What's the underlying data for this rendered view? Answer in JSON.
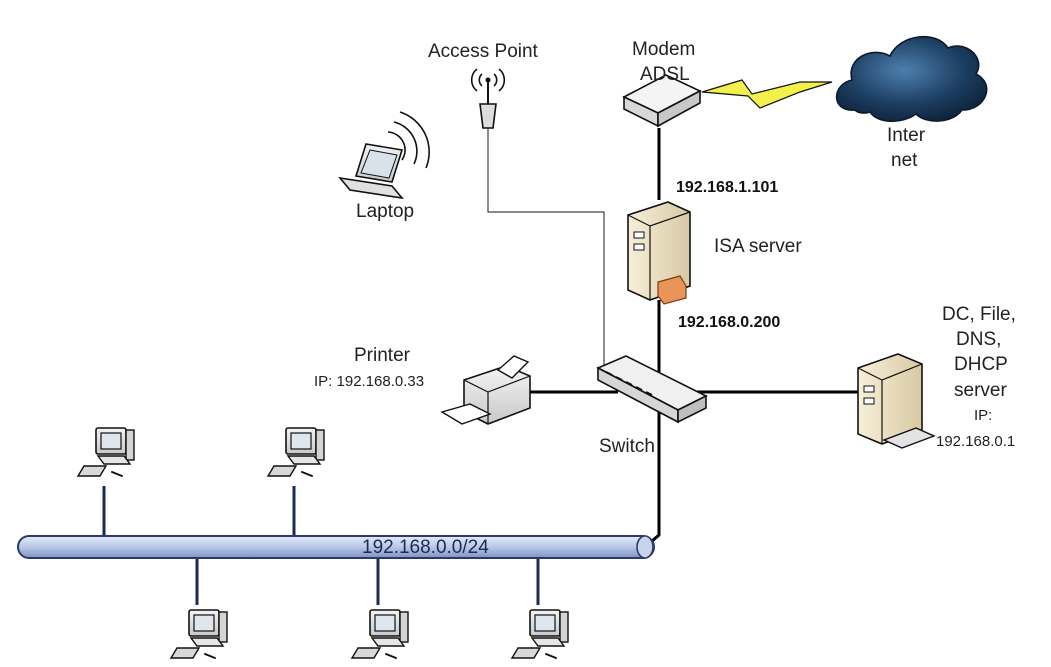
{
  "nodes": {
    "access_point": {
      "label": "Access Point"
    },
    "modem": {
      "label_line1": "Modem",
      "label_line2": "ADSL"
    },
    "internet": {
      "label_line1": "Inter",
      "label_line2": "net"
    },
    "laptop": {
      "label": "Laptop"
    },
    "isa_server": {
      "label": "ISA server",
      "ip_outer": "192.168.1.101",
      "ip_inner": "192.168.0.200"
    },
    "printer": {
      "label": "Printer",
      "ip": "IP: 192.168.0.33"
    },
    "switch": {
      "label": "Switch"
    },
    "dc_server": {
      "label_line1": "DC, File,",
      "label_line2": "DNS,",
      "label_line3": "DHCP",
      "label_line4": "server",
      "ip_line1": "IP:",
      "ip_line2": "192.168.0.1"
    }
  },
  "network": {
    "subnet": "192.168.0.0/24"
  },
  "colors": {
    "line": "#000000",
    "bus_fill": "#b9c8e6",
    "bus_stroke": "#2a3a6e",
    "cloud": "#1d3f63",
    "lightning": "#f2f04a",
    "server_body": "#efe4c8"
  },
  "icons": [
    "access-point-icon",
    "modem-icon",
    "cloud-icon",
    "lightning-icon",
    "laptop-icon",
    "server-icon",
    "printer-icon",
    "switch-icon",
    "workstation-icon"
  ]
}
